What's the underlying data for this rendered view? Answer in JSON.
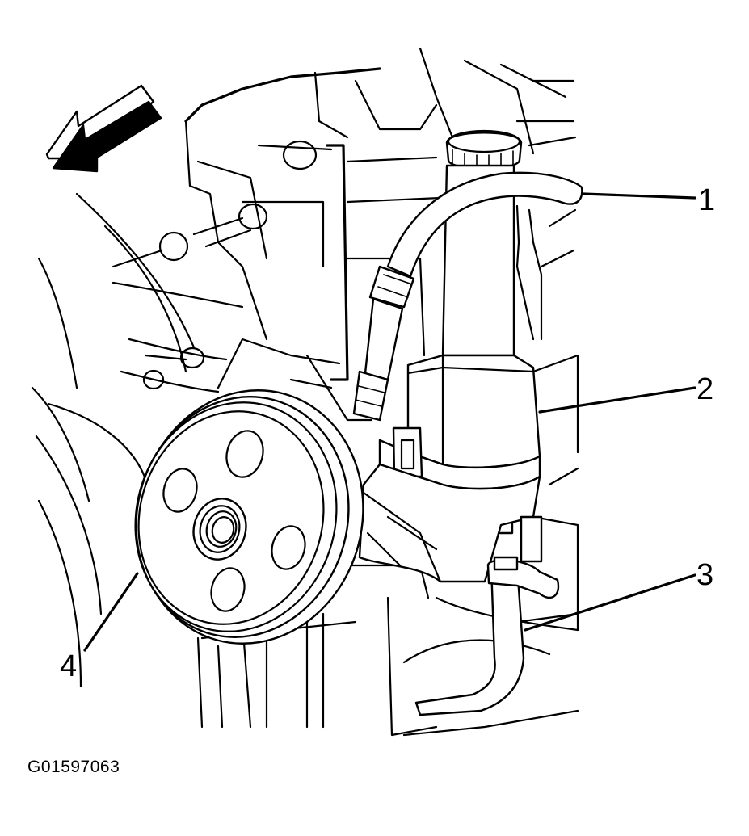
{
  "figure": {
    "id_label": "G01597063",
    "callouts": [
      {
        "number": "1",
        "target": "return hose"
      },
      {
        "number": "2",
        "target": "reservoir"
      },
      {
        "number": "3",
        "target": "feed hose"
      },
      {
        "number": "4",
        "target": "pulley"
      }
    ]
  },
  "icons": {
    "direction_arrow": "front-direction-arrow-icon"
  },
  "colors": {
    "line": "#000000",
    "background": "#ffffff"
  }
}
